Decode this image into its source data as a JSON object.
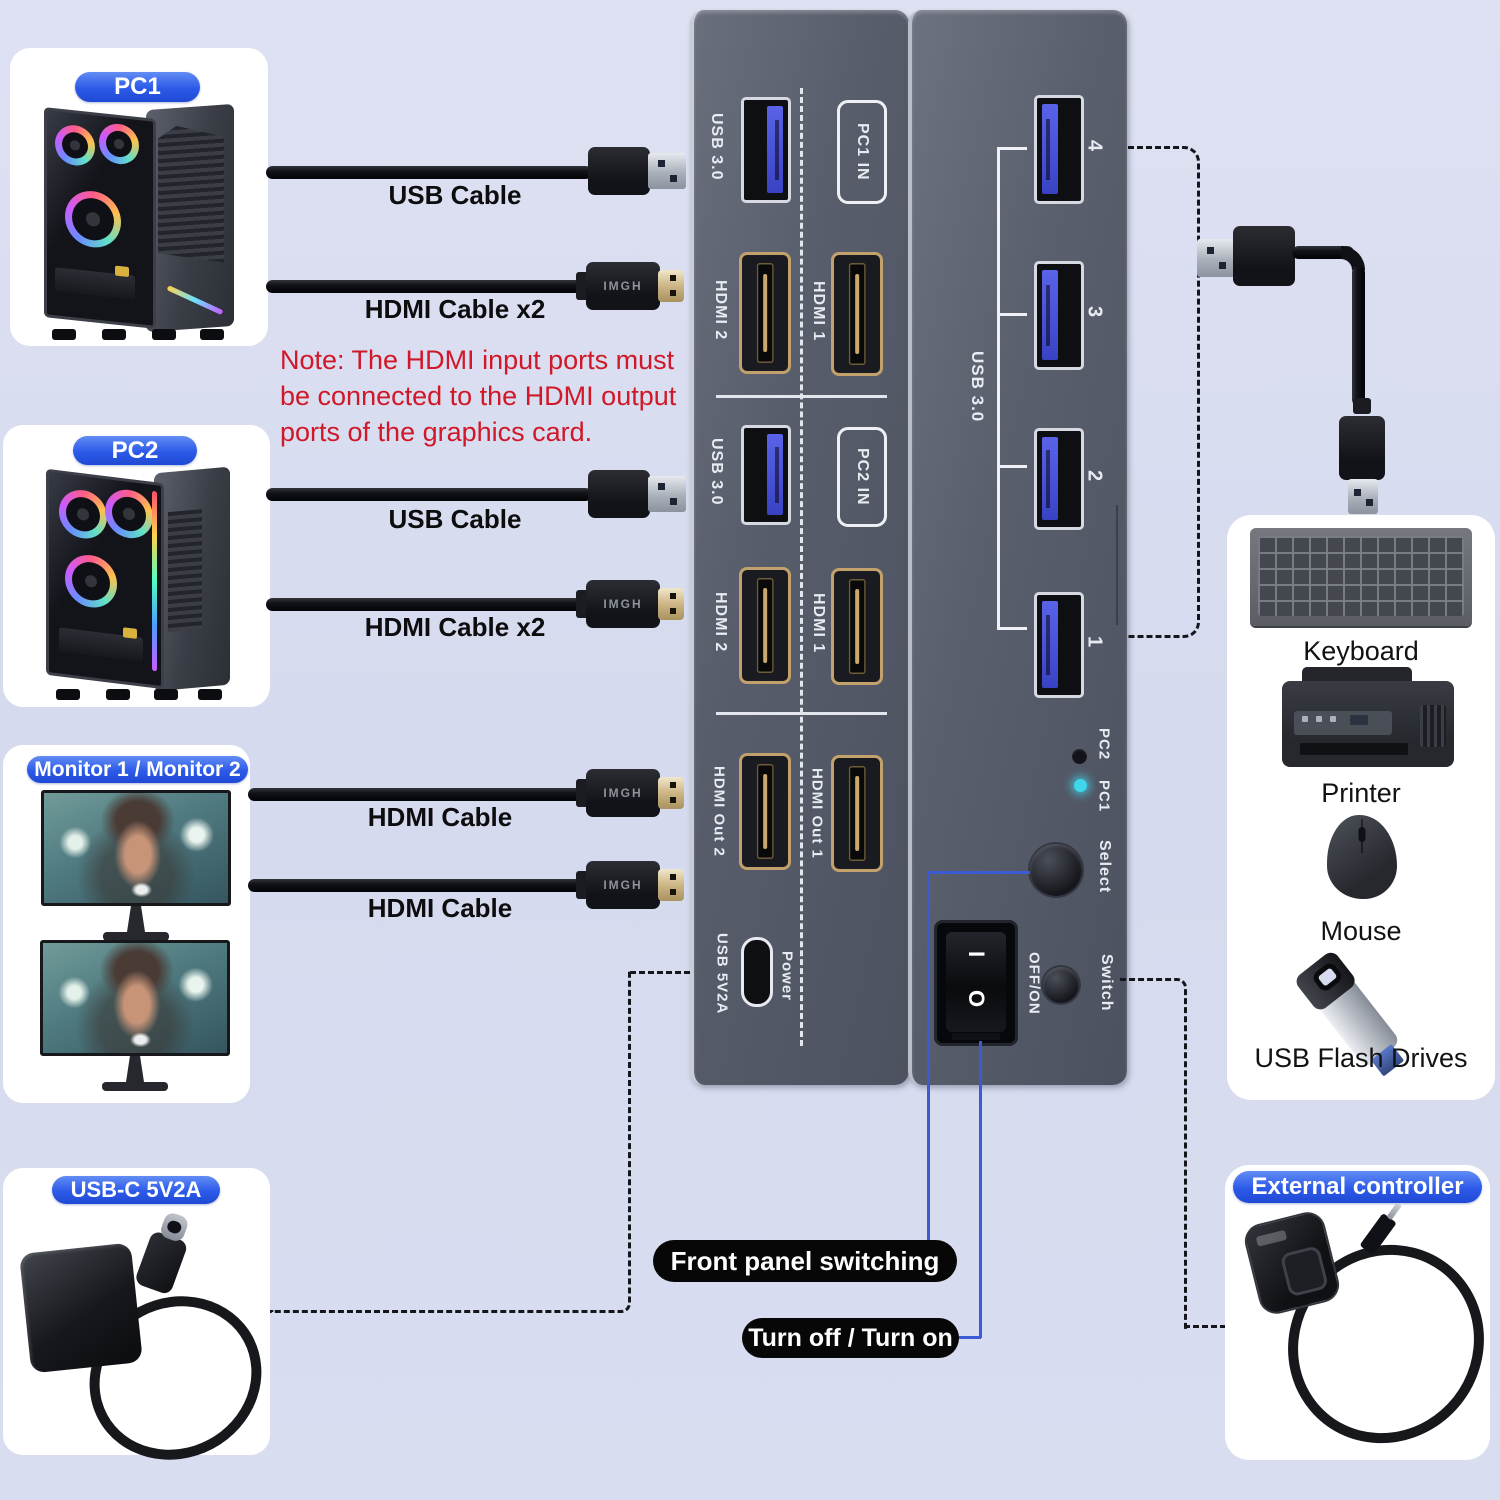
{
  "cards": {
    "pc1_label": "PC1",
    "pc2_label": "PC2",
    "monitors_label": "Monitor 1 / Monitor 2",
    "power_label": "USB-C 5V2A",
    "controller_label": "External controller"
  },
  "cables": {
    "pc1_usb": "USB Cable",
    "pc1_hdmi": "HDMI Cable x2",
    "pc2_usb": "USB Cable",
    "pc2_hdmi": "HDMI Cable x2",
    "monitor1_hdmi": "HDMI Cable",
    "monitor2_hdmi": "HDMI Cable",
    "hdmi_plug_text": "IMGH"
  },
  "note": {
    "line1": "Note: The HDMI input ports must",
    "line2": "be connected to the HDMI output",
    "line3": "ports of the graphics card."
  },
  "back_panel": {
    "pc1": {
      "usb": "USB 3.0",
      "box": "PC1 IN",
      "hdmi2": "HDMI 2",
      "hdmi1": "HDMI 1"
    },
    "pc2": {
      "usb": "USB 3.0",
      "box": "PC2 IN",
      "hdmi2": "HDMI 2",
      "hdmi1": "HDMI 1"
    },
    "out": {
      "hdmi_out2": "HDMI Out 2",
      "hdmi_out1": "HDMI Out 1",
      "usb_power": "USB 5V2A",
      "power": "Power"
    }
  },
  "front_panel": {
    "usb_group": "USB 3.0",
    "ports": [
      "4",
      "3",
      "2",
      "1"
    ],
    "led_pc2": "PC2",
    "led_pc1": "PC1",
    "select": "Select",
    "off_on": "OFF/ON",
    "switch": "Switch",
    "rocker_on": "I",
    "rocker_off": "O"
  },
  "callouts": {
    "front_switch": "Front panel switching",
    "power_toggle": "Turn off / Turn on"
  },
  "peripherals": {
    "keyboard": "Keyboard",
    "printer": "Printer",
    "mouse": "Mouse",
    "flash": "USB Flash Drives"
  },
  "colors": {
    "pill_blue": "#2e5ce6",
    "note_red": "#d01828",
    "led_on": "#41d6ea",
    "line_blue": "#3c5bd2"
  }
}
